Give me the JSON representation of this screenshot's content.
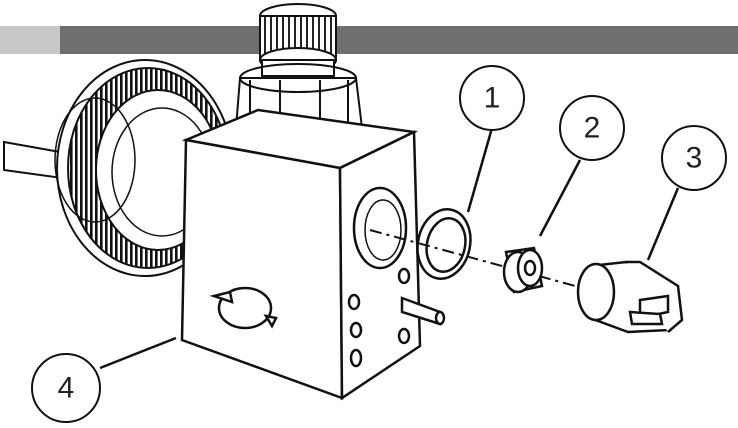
{
  "colors": {
    "line": "#111111",
    "fill": "#ffffff",
    "header_bar": "#6e6e6e",
    "callout_text": "#222222"
  },
  "callouts": [
    {
      "id": "1",
      "label": "1",
      "part": "o-ring"
    },
    {
      "id": "2",
      "label": "2",
      "part": "orifice-insert"
    },
    {
      "id": "3",
      "label": "3",
      "part": "spray-tip"
    },
    {
      "id": "4",
      "label": "4",
      "part": "valve-body"
    }
  ]
}
